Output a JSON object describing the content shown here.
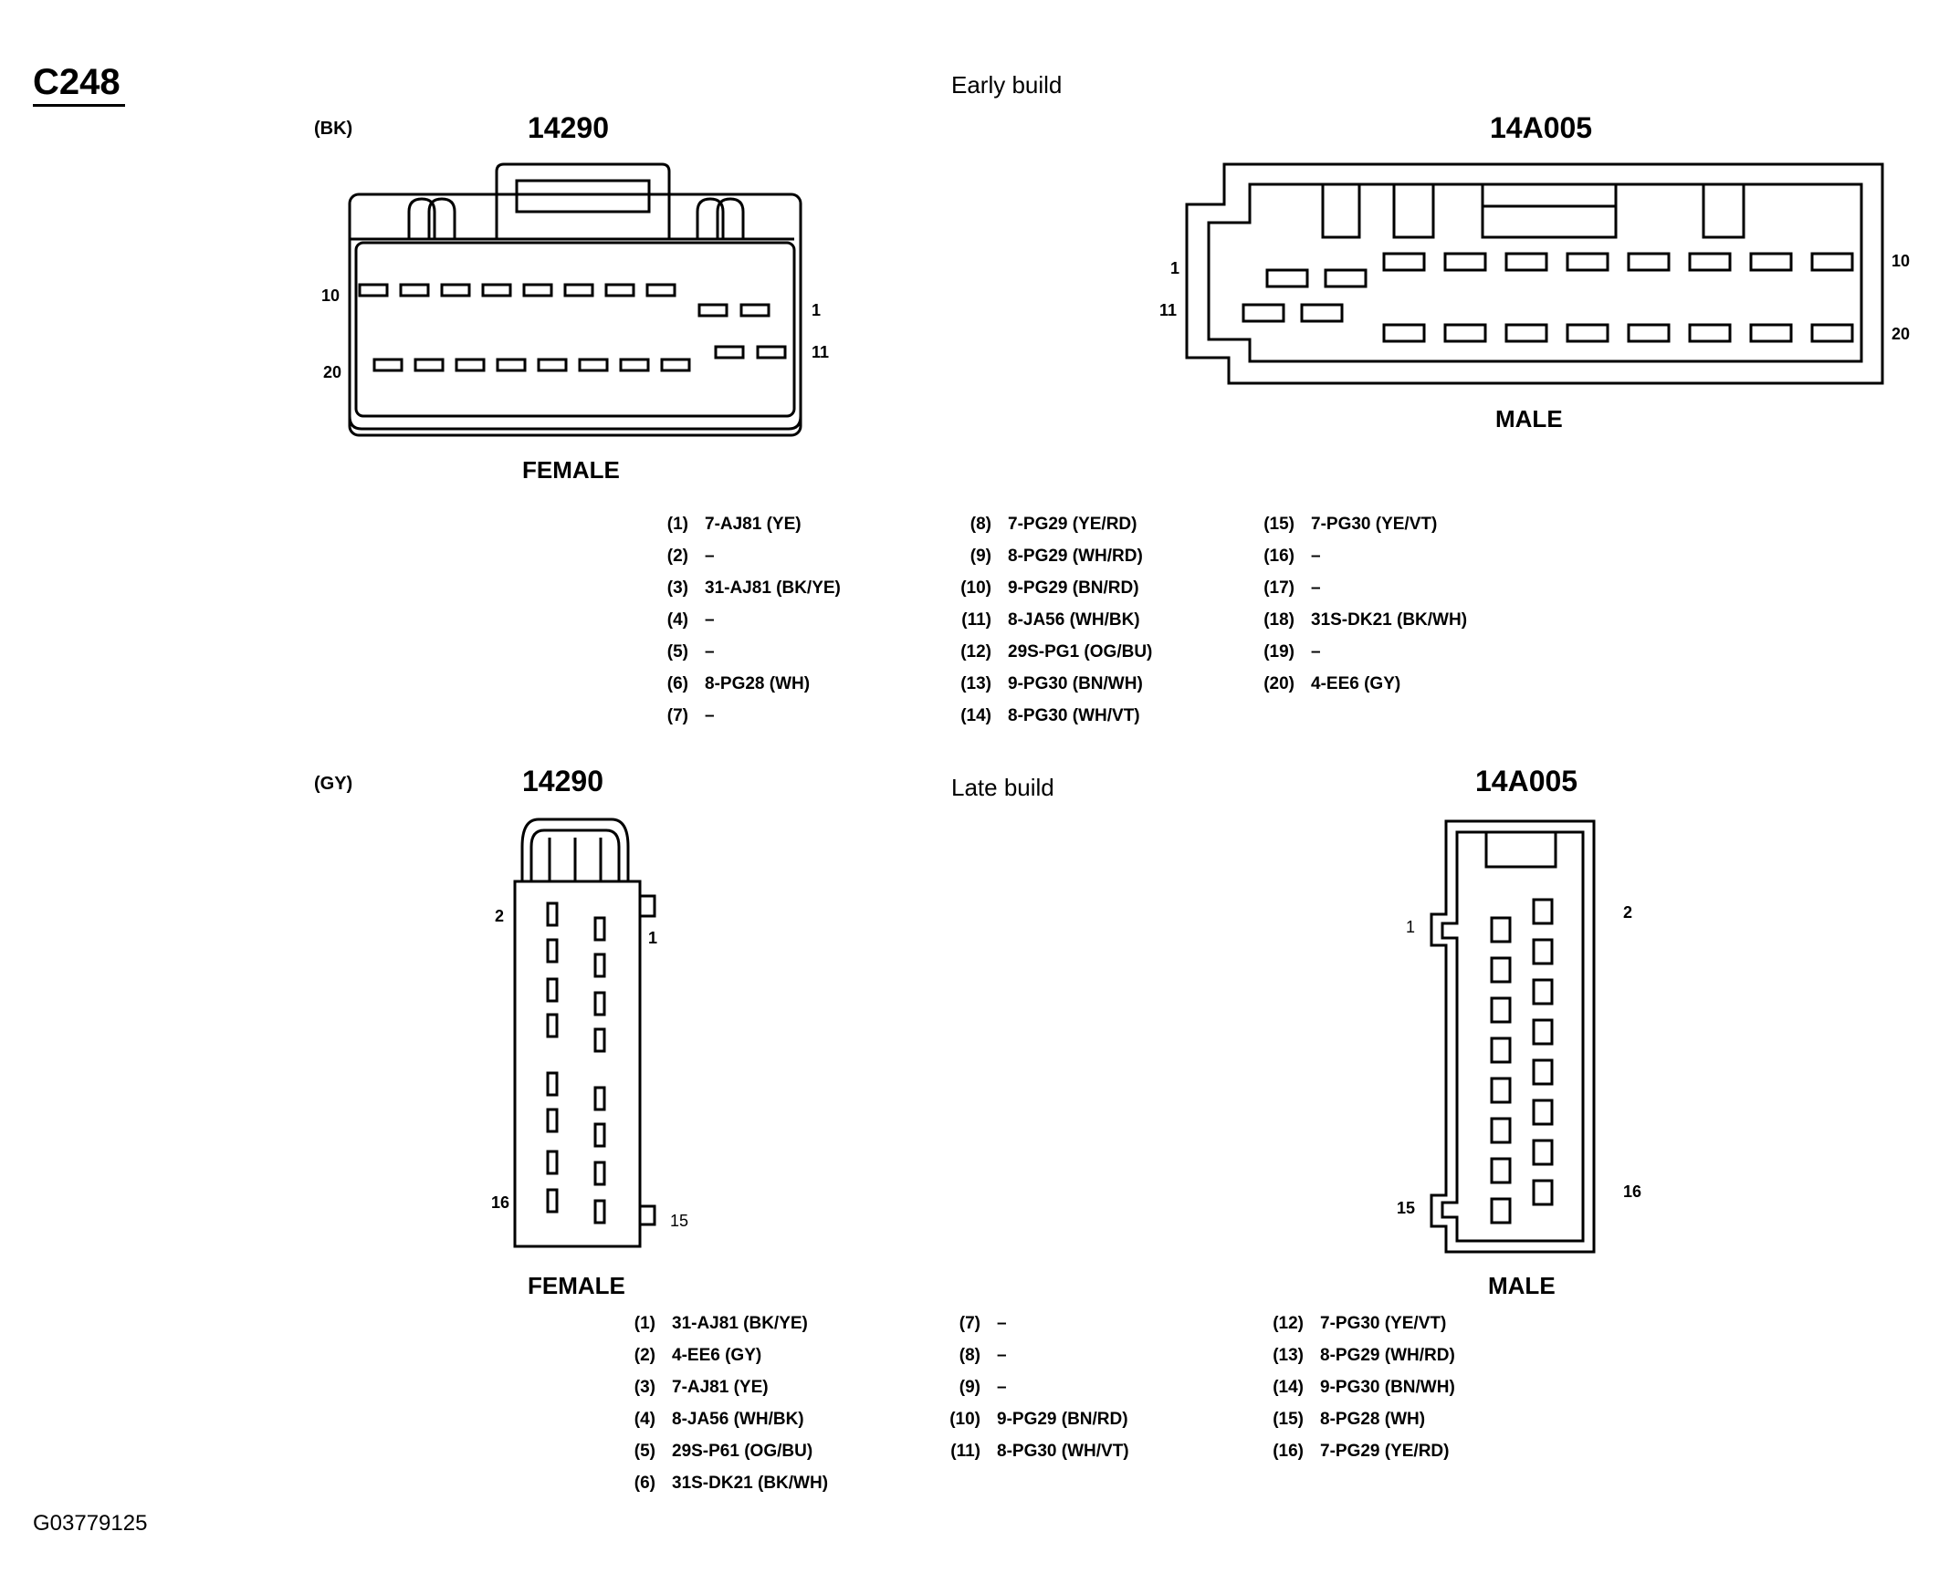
{
  "connector_id": "C248",
  "footer_code": "G03779125",
  "early_build": {
    "label": "Early build",
    "female": {
      "color": "(BK)",
      "part_number": "14290",
      "gender_label": "FEMALE",
      "pin_labels": {
        "top_left": "10",
        "top_right": "1",
        "bottom_left": "20",
        "bottom_right": "11"
      }
    },
    "male": {
      "part_number": "14A005",
      "gender_label": "MALE",
      "pin_labels": {
        "top_left": "1",
        "bottom_left": "11",
        "top_right": "10",
        "bottom_right": "20"
      }
    },
    "pinout": [
      {
        "pin": "(1)",
        "circuit": "7-AJ81 (YE)"
      },
      {
        "pin": "(2)",
        "circuit": "–"
      },
      {
        "pin": "(3)",
        "circuit": "31-AJ81 (BK/YE)"
      },
      {
        "pin": "(4)",
        "circuit": "–"
      },
      {
        "pin": "(5)",
        "circuit": "–"
      },
      {
        "pin": "(6)",
        "circuit": "8-PG28 (WH)"
      },
      {
        "pin": "(7)",
        "circuit": "–"
      },
      {
        "pin": "(8)",
        "circuit": "7-PG29 (YE/RD)"
      },
      {
        "pin": "(9)",
        "circuit": "8-PG29 (WH/RD)"
      },
      {
        "pin": "(10)",
        "circuit": "9-PG29 (BN/RD)"
      },
      {
        "pin": "(11)",
        "circuit": "8-JA56 (WH/BK)"
      },
      {
        "pin": "(12)",
        "circuit": "29S-PG1 (OG/BU)"
      },
      {
        "pin": "(13)",
        "circuit": "9-PG30 (BN/WH)"
      },
      {
        "pin": "(14)",
        "circuit": "8-PG30 (WH/VT)"
      },
      {
        "pin": "(15)",
        "circuit": "7-PG30 (YE/VT)"
      },
      {
        "pin": "(16)",
        "circuit": "–"
      },
      {
        "pin": "(17)",
        "circuit": "–"
      },
      {
        "pin": "(18)",
        "circuit": "31S-DK21 (BK/WH)"
      },
      {
        "pin": "(19)",
        "circuit": "–"
      },
      {
        "pin": "(20)",
        "circuit": "4-EE6 (GY)"
      }
    ]
  },
  "late_build": {
    "label": "Late build",
    "female": {
      "color": "(GY)",
      "part_number": "14290",
      "gender_label": "FEMALE",
      "pin_labels": {
        "top_left": "2",
        "top_right": "1",
        "bottom_left": "16",
        "bottom_right": "15"
      }
    },
    "male": {
      "part_number": "14A005",
      "gender_label": "MALE",
      "pin_labels": {
        "top_left": "1",
        "top_right": "2",
        "bottom_left": "15",
        "bottom_right": "16"
      }
    },
    "pinout": [
      {
        "pin": "(1)",
        "circuit": "31-AJ81 (BK/YE)"
      },
      {
        "pin": "(2)",
        "circuit": "4-EE6 (GY)"
      },
      {
        "pin": "(3)",
        "circuit": "7-AJ81 (YE)"
      },
      {
        "pin": "(4)",
        "circuit": "8-JA56 (WH/BK)"
      },
      {
        "pin": "(5)",
        "circuit": "29S-P61 (OG/BU)"
      },
      {
        "pin": "(6)",
        "circuit": "31S-DK21 (BK/WH)"
      },
      {
        "pin": "(7)",
        "circuit": "–"
      },
      {
        "pin": "(8)",
        "circuit": "–"
      },
      {
        "pin": "(9)",
        "circuit": "–"
      },
      {
        "pin": "(10)",
        "circuit": "9-PG29 (BN/RD)"
      },
      {
        "pin": "(11)",
        "circuit": "8-PG30 (WH/VT)"
      },
      {
        "pin": "(12)",
        "circuit": "7-PG30 (YE/VT)"
      },
      {
        "pin": "(13)",
        "circuit": "8-PG29 (WH/RD)"
      },
      {
        "pin": "(14)",
        "circuit": "9-PG30 (BN/WH)"
      },
      {
        "pin": "(15)",
        "circuit": "8-PG28 (WH)"
      },
      {
        "pin": "(16)",
        "circuit": "7-PG29 (YE/RD)"
      }
    ]
  }
}
